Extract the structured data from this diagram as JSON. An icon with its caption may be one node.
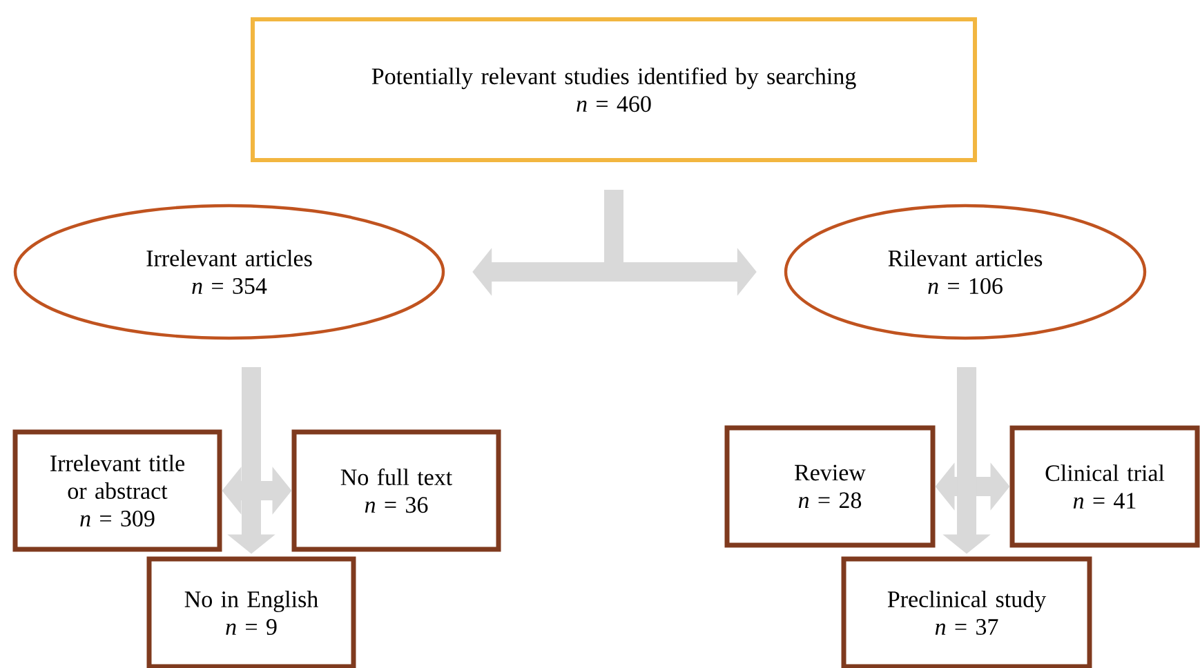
{
  "diagram": {
    "nodes": [
      {
        "text": [
          "Potentially relevant studies identified by searching",
          "*n* = 460"
        ]
      },
      {
        "text": [
          "Irrelevant articles",
          "*n* = 354"
        ]
      },
      {
        "text": [
          "Rilevant articles",
          "*n* = 106"
        ]
      },
      {
        "text": [
          "Irrelevant title or abstract",
          "*n* = 309"
        ]
      },
      {
        "text": [
          "No full text",
          "*n* = 36"
        ]
      },
      {
        "text": [
          "No in English",
          "*n* = 9"
        ]
      },
      {
        "text": [
          "Review",
          "*n* = 28"
        ]
      },
      {
        "text": [
          "Clinical trial",
          "*n* = 41"
        ]
      },
      {
        "text": [
          "Preclinical study",
          "*n* = 37"
        ]
      }
    ],
    "edges": [
      {
        "from": 0,
        "to": 1,
        "arrow": "to"
      },
      {
        "from": 0,
        "to": 2,
        "arrow": "to"
      },
      {
        "from": 1,
        "to": 3,
        "arrow": "to"
      },
      {
        "from": 1,
        "to": 4,
        "arrow": "to"
      },
      {
        "from": 1,
        "to": 5,
        "arrow": "to"
      },
      {
        "from": 2,
        "to": 6,
        "arrow": "to"
      },
      {
        "from": 2,
        "to": 7,
        "arrow": "to"
      },
      {
        "from": 2,
        "to": 8,
        "arrow": "to"
      }
    ]
  }
}
